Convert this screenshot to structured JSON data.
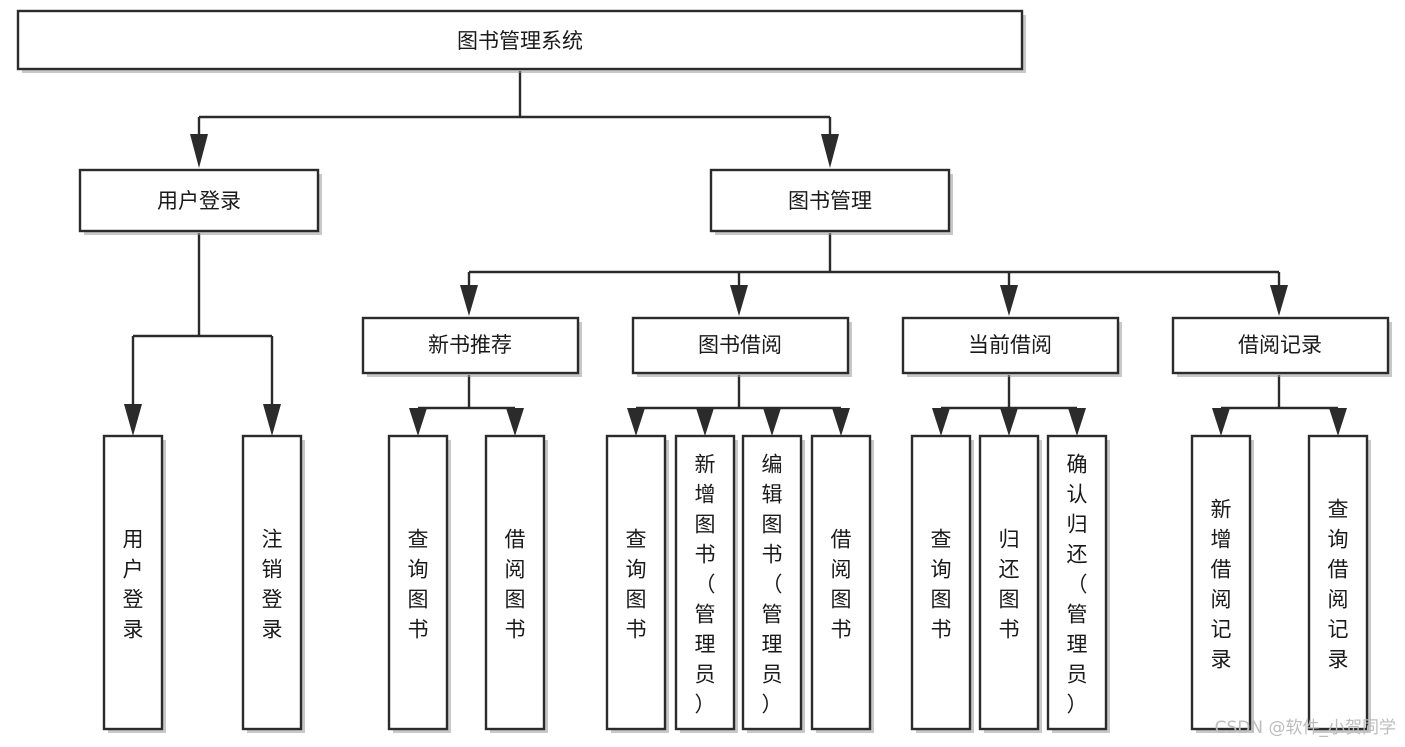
{
  "diagram": {
    "type": "tree-hierarchy",
    "title": "图书管理系统",
    "orientation": "top-down",
    "colors": {
      "stroke": "#2b2b2b",
      "fill": "#ffffff",
      "text": "#1a1a1a",
      "background": "#ffffff",
      "watermark": "#bdbdbd"
    },
    "nodes": {
      "root": {
        "label": "图书管理系统",
        "level": 0
      },
      "level1": [
        {
          "id": "user-login",
          "label": "用户登录"
        },
        {
          "id": "book-management",
          "label": "图书管理"
        }
      ],
      "level2": [
        {
          "id": "new-book-recommend",
          "label": "新书推荐",
          "parent": "book-management"
        },
        {
          "id": "book-borrow",
          "label": "图书借阅",
          "parent": "book-management"
        },
        {
          "id": "current-borrow",
          "label": "当前借阅",
          "parent": "book-management"
        },
        {
          "id": "borrow-record",
          "label": "借阅记录",
          "parent": "book-management"
        }
      ],
      "leaves": [
        {
          "id": "leaf-user-login",
          "label": "用户登录",
          "parent": "user-login"
        },
        {
          "id": "leaf-logout-login",
          "label": "注销登录",
          "parent": "user-login"
        },
        {
          "id": "leaf-query-book-1",
          "label": "查询图书",
          "parent": "new-book-recommend"
        },
        {
          "id": "leaf-borrow-book-1",
          "label": "借阅图书",
          "parent": "new-book-recommend"
        },
        {
          "id": "leaf-query-book-2",
          "label": "查询图书",
          "parent": "book-borrow"
        },
        {
          "id": "leaf-add-book",
          "label": "新增图书（管理员）",
          "parent": "book-borrow"
        },
        {
          "id": "leaf-edit-book",
          "label": "编辑图书（管理员）",
          "parent": "book-borrow"
        },
        {
          "id": "leaf-borrow-book-2",
          "label": "借阅图书",
          "parent": "book-borrow"
        },
        {
          "id": "leaf-query-book-3",
          "label": "查询图书",
          "parent": "current-borrow"
        },
        {
          "id": "leaf-return-book",
          "label": "归还图书",
          "parent": "current-borrow"
        },
        {
          "id": "leaf-confirm-return",
          "label": "确认归还（管理员）",
          "parent": "current-borrow"
        },
        {
          "id": "leaf-add-record",
          "label": "新增借阅记录",
          "parent": "borrow-record"
        },
        {
          "id": "leaf-query-record",
          "label": "查询借阅记录",
          "parent": "borrow-record"
        }
      ]
    }
  },
  "watermark": {
    "text": "CSDN @软件_小贺同学"
  }
}
